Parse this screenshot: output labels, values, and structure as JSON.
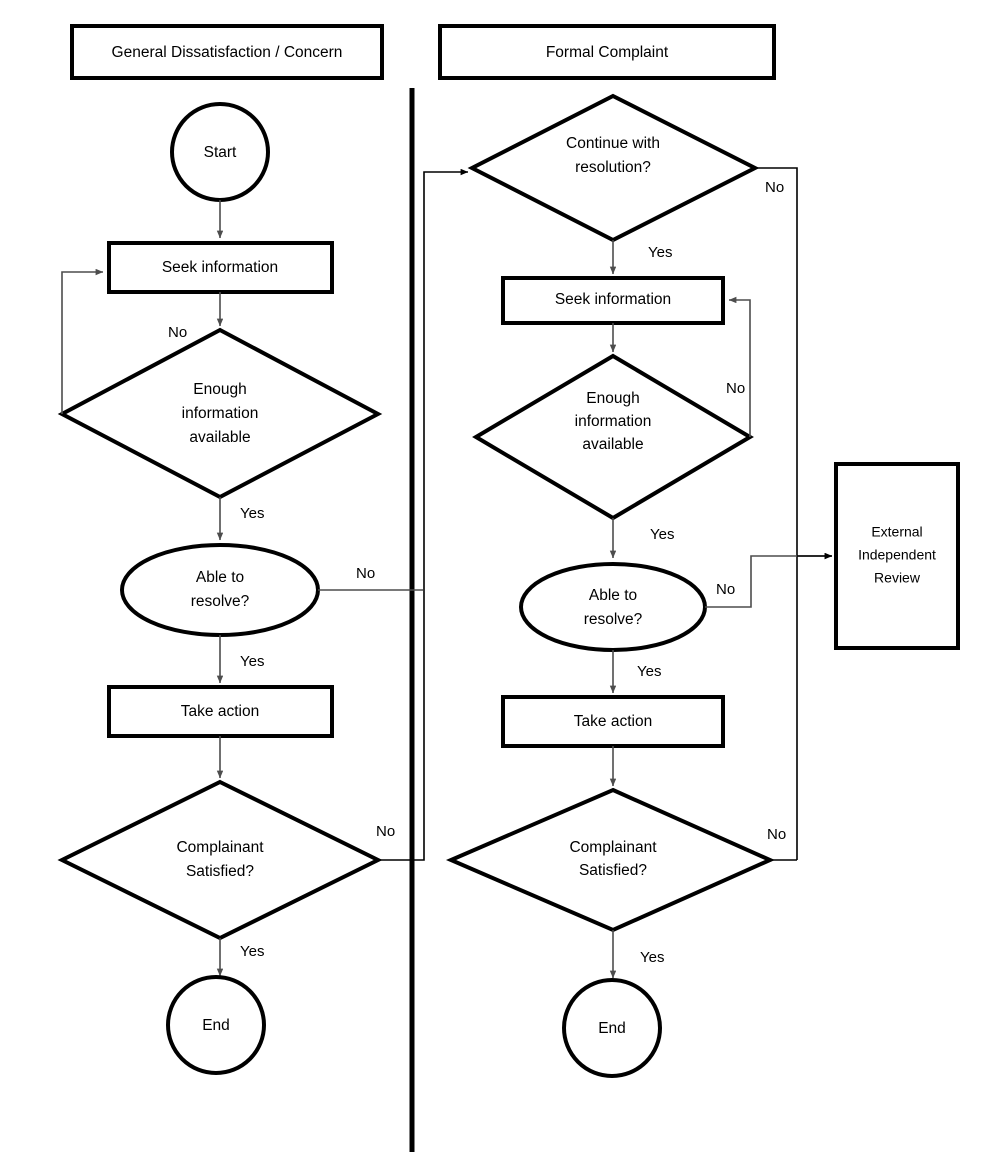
{
  "diagram": {
    "title_left": "General Dissatisfaction / Concern",
    "title_right": "Formal Complaint",
    "colors": {
      "stroke": "#000000",
      "connector": "#4d4d4d",
      "background": "#ffffff"
    },
    "left_column": {
      "header": "General Dissatisfaction / Concern",
      "nodes": {
        "start": "Start",
        "seek_information": "Seek information",
        "enough_information_l1": "Enough",
        "enough_information_l2": "information",
        "enough_information_l3": "available",
        "able_to_resolve_l1": "Able to",
        "able_to_resolve_l2": "resolve?",
        "take_action": "Take action",
        "complainant_satisfied_l1": "Complainant",
        "complainant_satisfied_l2": "Satisfied?",
        "end": "End"
      },
      "edges": {
        "enough_info_no": "No",
        "enough_info_yes": "Yes",
        "able_to_resolve_no": "No",
        "able_to_resolve_yes": "Yes",
        "satisfied_no": "No",
        "satisfied_yes": "Yes"
      }
    },
    "right_column": {
      "header": "Formal Complaint",
      "nodes": {
        "continue_resolution_l1": "Continue with",
        "continue_resolution_l2": "resolution?",
        "seek_information": "Seek information",
        "enough_information_l1": "Enough",
        "enough_information_l2": "information",
        "enough_information_l3": "available",
        "able_to_resolve_l1": "Able to",
        "able_to_resolve_l2": "resolve?",
        "take_action": "Take action",
        "complainant_satisfied_l1": "Complainant",
        "complainant_satisfied_l2": "Satisfied?",
        "end": "End"
      },
      "edges": {
        "continue_no": "No",
        "continue_yes": "Yes",
        "enough_info_no": "No",
        "enough_info_yes": "Yes",
        "able_to_resolve_no": "No",
        "able_to_resolve_yes": "Yes",
        "satisfied_no": "No",
        "satisfied_yes": "Yes"
      }
    },
    "external": {
      "review_l1": "External",
      "review_l2": "Independent",
      "review_l3": "Review"
    }
  }
}
